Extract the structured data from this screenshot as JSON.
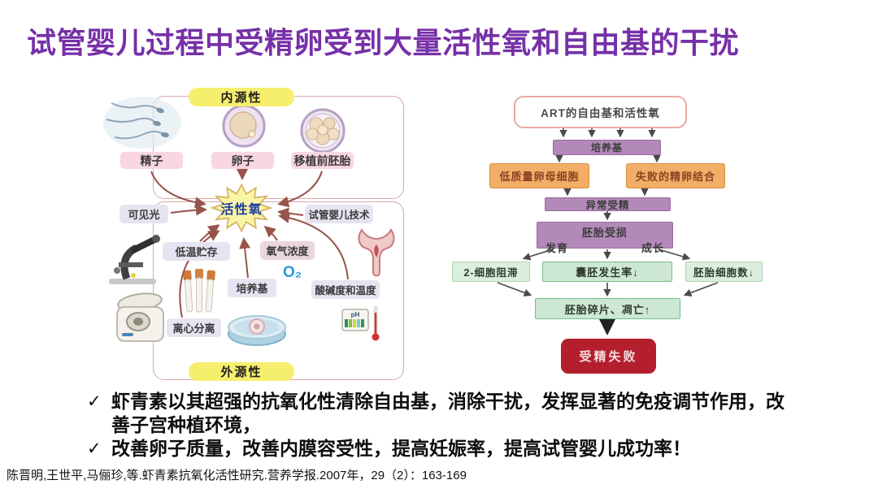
{
  "title": {
    "text": "试管婴儿过程中受精卵受到大量活性氧和自由基的干扰",
    "color": "#7630a8"
  },
  "source_diagram": {
    "endogenous_label": "内源性",
    "exogenous_label": "外源性",
    "center_label": "活性氧",
    "o2_label": "O₂",
    "ph_card_label": "pH",
    "endogenous_items": [
      "精子",
      "卵子",
      "移植前胚胎"
    ],
    "exogenous_items": [
      "可见光",
      "低温贮存",
      "氧气浓度",
      "培养基",
      "酸碱度和温度",
      "离心分离",
      "试管婴儿技术"
    ],
    "illustrations": [
      "sperm",
      "oocyte",
      "embryo",
      "microscope",
      "test-tubes",
      "centrifuge",
      "petri-dish",
      "uterus",
      "ph-strip-thermometer"
    ]
  },
  "flowchart": {
    "nodes": {
      "root": "ART的自由基和活性氧",
      "medium": "培养基",
      "low_quality_oocyte": "低质量卵母细胞",
      "failed_fusion": "失败的精卵结合",
      "abnormal_fert": "异常受精",
      "embryo_damage": "胚胎受损",
      "develop": "发育",
      "grow": "成长",
      "two_cell_block": "2-细胞阻滞",
      "blastocyst_rate": "囊胚发生率↓",
      "embryo_cell_count": "胚胎细胞数↓",
      "fragments_apoptosis": "胚胎碎片、凋亡↑",
      "fert_failure": "受精失败"
    }
  },
  "bullets": {
    "marker": "✓",
    "items": [
      "虾青素以其超强的抗氧化性清除自由基，消除干扰，发挥显著的免疫调节作用，改善子宫种植环境，",
      "改善卵子质量，改善内膜容受性，提高妊娠率，提高试管婴儿成功率！"
    ]
  },
  "citation": "陈晋明,王世平,马俪珍,等.虾青素抗氧化活性研究.营养学报.2007年，29（2）：163-169",
  "colors": {
    "title": "#7630a8",
    "region_border": "#d9a7ad",
    "pill_yellow": "#f6ef6e",
    "item_pink": "#f8d6e2",
    "item_lavender": "#e7e3f0",
    "item_mauve": "#e9d6de",
    "star_fill": "#f9f5a6",
    "star_border": "#d4b05e",
    "star_text": "#1d3f9e",
    "arrow_brown": "#96544a",
    "flow_purple": "#b389b9",
    "flow_orange": "#f2ad66",
    "flow_green": "#cde8d2",
    "flow_red": "#b41f2d",
    "o2_blue": "#2b9bd7"
  }
}
